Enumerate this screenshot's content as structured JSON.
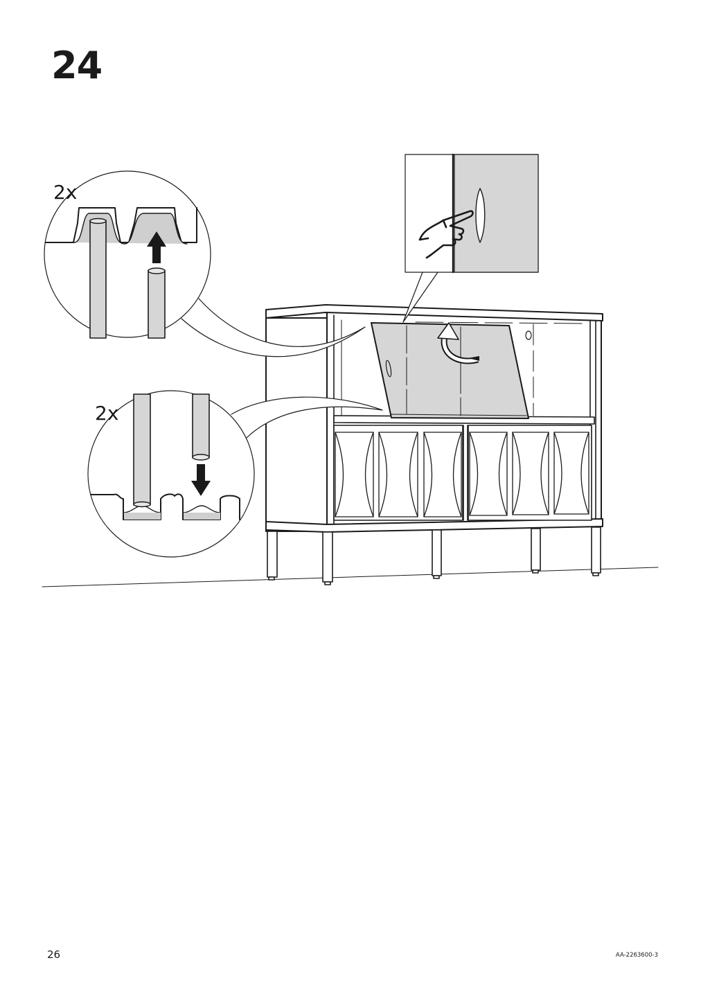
{
  "step": {
    "number": "24"
  },
  "callouts": {
    "top_quantity": "2x",
    "bottom_quantity": "2x"
  },
  "footer": {
    "page_number": "26",
    "document_code": "AA-2263600-3"
  },
  "colors": {
    "ink": "#1a1a1a",
    "panel_fill": "#d6d6d6",
    "background": "#ffffff"
  },
  "icons": [
    "arrow-up-icon",
    "arrow-down-icon",
    "curved-arrow-icon",
    "pointing-hand-icon"
  ]
}
